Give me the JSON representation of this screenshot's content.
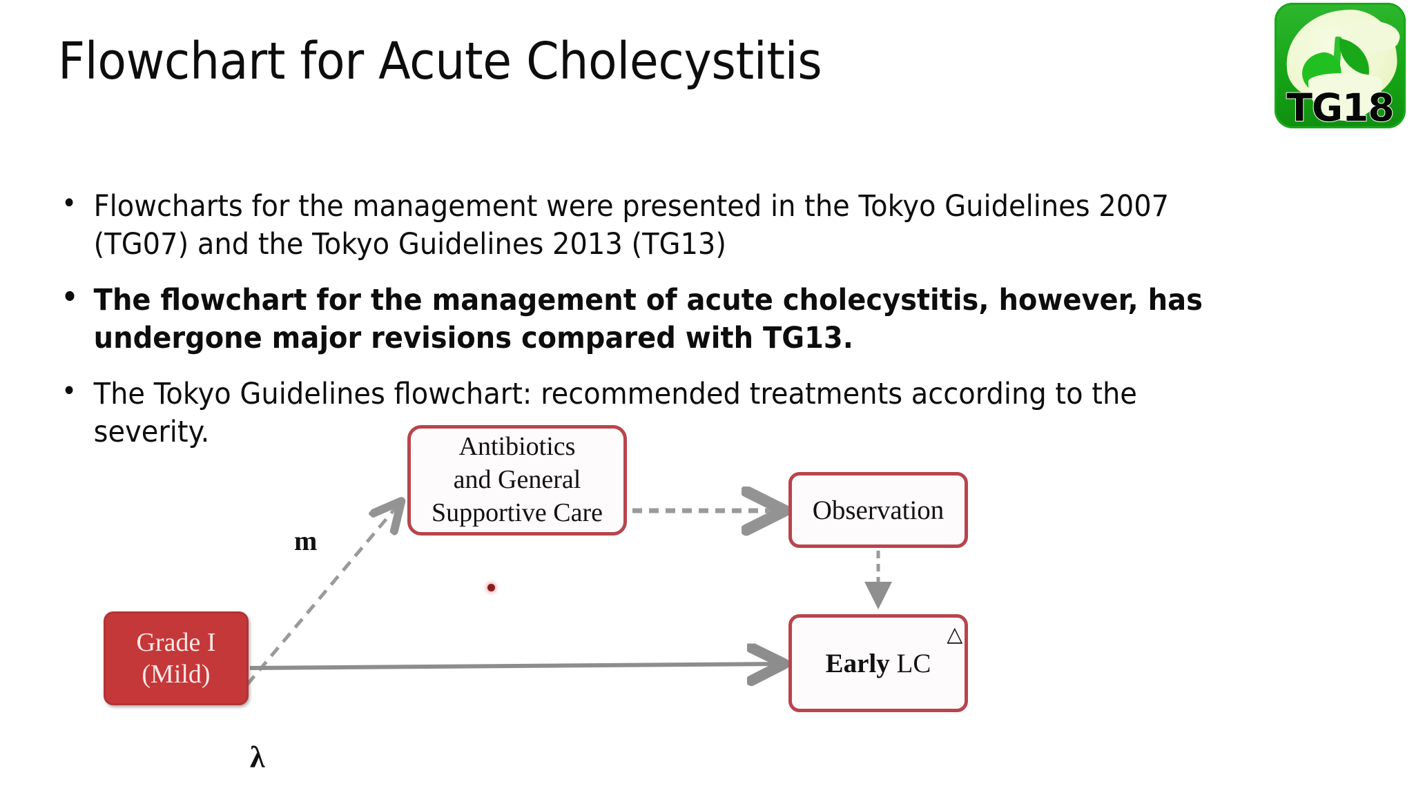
{
  "slide": {
    "title": "Flowchart for Acute Cholecystitis",
    "background_color": "#ffffff"
  },
  "logo": {
    "name": "tg18-logo",
    "text": "TG18",
    "plate_color": "#16a516",
    "organ_color": "#eef7cf",
    "accent_color": "#18a818"
  },
  "bullets": [
    {
      "text": "Flowcharts for the management were presented in the Tokyo Guidelines 2007 (TG07) and the Tokyo Guidelines 2013 (TG13)",
      "bold": false
    },
    {
      "text": "The flowchart for the management of acute cholecystitis, however, has undergone major revisions compared with TG13.",
      "bold": true
    },
    {
      "text": "The Tokyo Guidelines flowchart: recommended treatments according to the severity.",
      "bold": false
    }
  ],
  "flowchart": {
    "accent_color": "#b9444c",
    "grade_fill_color": "#c5383a",
    "arrow_color": "#8c8c8c",
    "nodes": {
      "grade1": "Grade I\n(Mild)",
      "grade1_line1": "Grade I",
      "grade1_line2": "(Mild)",
      "antibiotics_line1": "Antibiotics",
      "antibiotics_line2": "and General",
      "antibiotics_line3": "Supportive Care",
      "observation": "Observation",
      "early_lc_bold": "Early",
      "early_lc_regular": "LC",
      "early_lc_superscript": "△"
    },
    "edge_labels": {
      "m": "m",
      "lambda": "λ"
    },
    "edges": [
      {
        "from": "grade1",
        "to": "antibiotics",
        "style": "dashed",
        "label": "m"
      },
      {
        "from": "antibiotics",
        "to": "observation",
        "style": "dashed",
        "label": ""
      },
      {
        "from": "observation",
        "to": "early_lc",
        "style": "dashed",
        "label": ""
      },
      {
        "from": "grade1",
        "to": "early_lc",
        "style": "solid",
        "label": "λ"
      }
    ]
  }
}
